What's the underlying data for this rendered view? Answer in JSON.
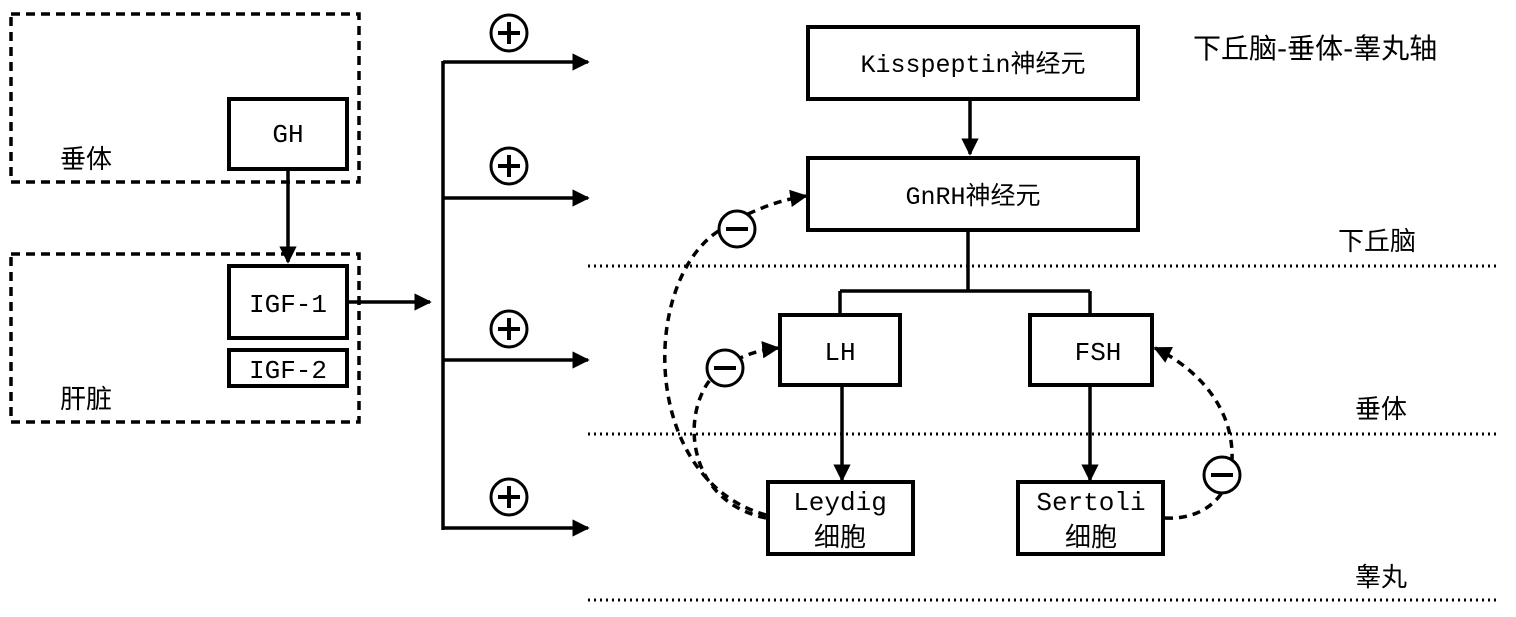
{
  "diagram": {
    "title": "下丘脑-垂体-睾丸轴",
    "regions_left": {
      "pituitary": "垂体",
      "liver": "肝脏"
    },
    "nodes": {
      "gh": "GH",
      "igf1": "IGF-1",
      "igf2": "IGF-2",
      "kisspeptin": "Kisspeptin神经元",
      "gnrh": "GnRH神经元",
      "lh": "LH",
      "fsh": "FSH",
      "leydig_line1": "Leydig",
      "leydig_line2": "细胞",
      "sertoli_line1": "Sertoli",
      "sertoli_line2": "细胞"
    },
    "layers": {
      "hypothalamus": "下丘脑",
      "pituitary": "垂体",
      "testis": "睾丸"
    },
    "signs": {
      "positive": "+",
      "negative": "−"
    },
    "edges": [
      {
        "from": "GH",
        "to": "IGF-1",
        "type": "stimulate"
      },
      {
        "from": "IGF-1",
        "to": "Kisspeptin神经元",
        "sign": "positive"
      },
      {
        "from": "IGF-1",
        "to": "GnRH神经元",
        "sign": "positive"
      },
      {
        "from": "IGF-1",
        "to": "LH",
        "sign": "positive"
      },
      {
        "from": "IGF-1",
        "to": "Leydig细胞",
        "sign": "positive"
      },
      {
        "from": "Kisspeptin神经元",
        "to": "GnRH神经元",
        "type": "stimulate"
      },
      {
        "from": "GnRH神经元",
        "to": "LH",
        "type": "stimulate"
      },
      {
        "from": "GnRH神经元",
        "to": "FSH",
        "type": "stimulate"
      },
      {
        "from": "LH",
        "to": "Leydig细胞",
        "type": "stimulate"
      },
      {
        "from": "FSH",
        "to": "Sertoli细胞",
        "type": "stimulate"
      },
      {
        "from": "Leydig细胞",
        "to": "GnRH神经元",
        "sign": "negative"
      },
      {
        "from": "Leydig细胞",
        "to": "LH",
        "sign": "negative"
      },
      {
        "from": "Sertoli细胞",
        "to": "FSH",
        "sign": "negative"
      }
    ]
  }
}
